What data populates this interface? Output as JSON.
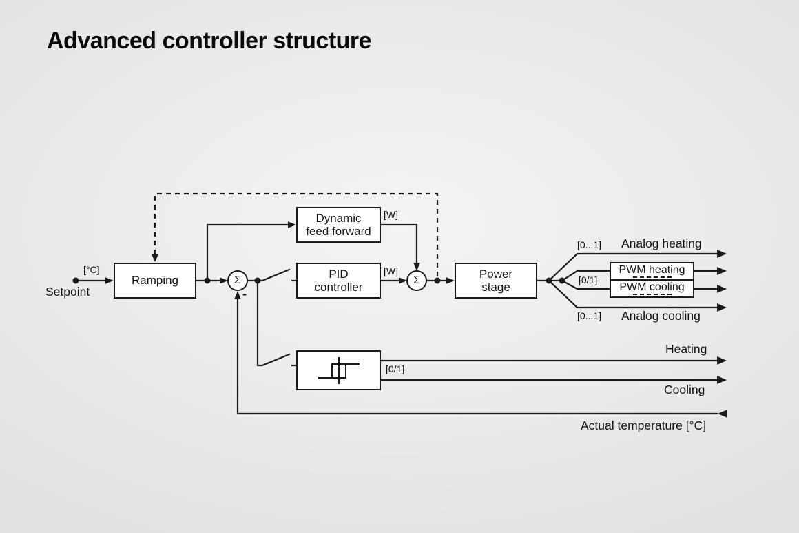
{
  "title": "Advanced controller structure",
  "labels": {
    "setpoint": "Setpoint",
    "setpoint_unit": "[°C]",
    "watt_feed_forward": "[W]",
    "watt_pid": "[W]",
    "minus": "-",
    "sigma": "Σ",
    "analog_heating_range": "[0...1]",
    "pwm_range": "[0/1]",
    "analog_cooling_range": "[0...1]",
    "limit_comparator_out": "[0/1]",
    "analog_heating": "Analog heating",
    "analog_cooling": "Analog cooling",
    "heating": "Heating",
    "cooling": "Cooling",
    "actual_temperature": "Actual temperature [°C]"
  },
  "blocks": {
    "ramping": "Ramping",
    "dynamic_feed_forward": [
      "Dynamic",
      "feed forward"
    ],
    "pid_controller": [
      "PID",
      "controller"
    ],
    "power_stage": [
      "Power",
      "stage"
    ],
    "pwm_heating": "PWM heating",
    "pwm_cooling": "PWM cooling"
  },
  "colors": {
    "line": "#1a1a1a",
    "box_fill": "#ffffff",
    "background": "#e9ebec"
  }
}
